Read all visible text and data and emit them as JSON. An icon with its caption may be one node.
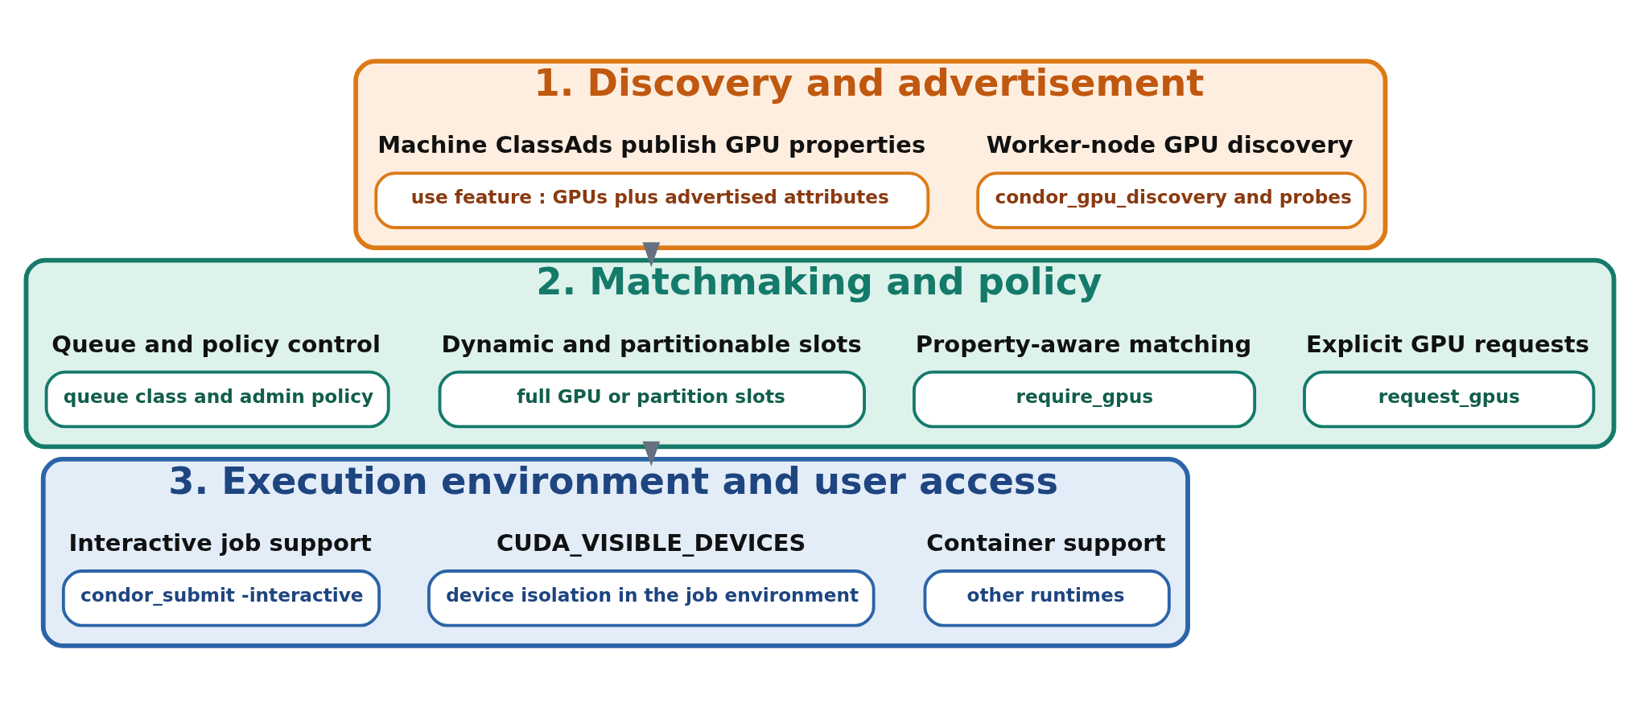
{
  "diagram": {
    "nodes": [
      {
        "text": [
          "1. Discovery and advertisement"
        ]
      },
      {
        "text": [
          "condor_gpu_discovery and probes"
        ],
        "in": 0,
        "beside": [
          "Worker-node GPU discovery"
        ]
      },
      {
        "text": [
          "use feature : GPUs plus advertised attributes"
        ],
        "in": 0,
        "beside": [
          "Machine ClassAds publish GPU properties"
        ]
      },
      {
        "text": [
          "2. Matchmaking and policy"
        ]
      },
      {
        "text": [
          "request_gpus"
        ],
        "in": 3,
        "beside": [
          "Explicit GPU requests"
        ]
      },
      {
        "text": [
          "require_gpus"
        ],
        "in": 3,
        "beside": [
          "Property-aware matching"
        ]
      },
      {
        "text": [
          "full GPU or partition slots"
        ],
        "in": 3,
        "beside": [
          "Dynamic and partitionable slots"
        ]
      },
      {
        "text": [
          "queue class and admin policy"
        ],
        "in": 3,
        "beside": [
          "Queue and policy control"
        ]
      },
      {
        "text": [
          "3. Execution environment and user access"
        ]
      },
      {
        "text": [
          "other runtimes"
        ],
        "in": 8,
        "beside": [
          "Container support"
        ]
      },
      {
        "text": [
          "device isolation in the job environment"
        ],
        "in": 8,
        "beside": [
          "CUDA_VISIBLE_DEVICES"
        ]
      },
      {
        "text": [
          "condor_submit -interactive"
        ],
        "in": 8,
        "beside": [
          "Interactive job support"
        ]
      }
    ],
    "edges": [
      {
        "from": 0,
        "to": 3,
        "arrow": "to"
      },
      {
        "from": 3,
        "to": 8,
        "arrow": "to"
      }
    ]
  }
}
